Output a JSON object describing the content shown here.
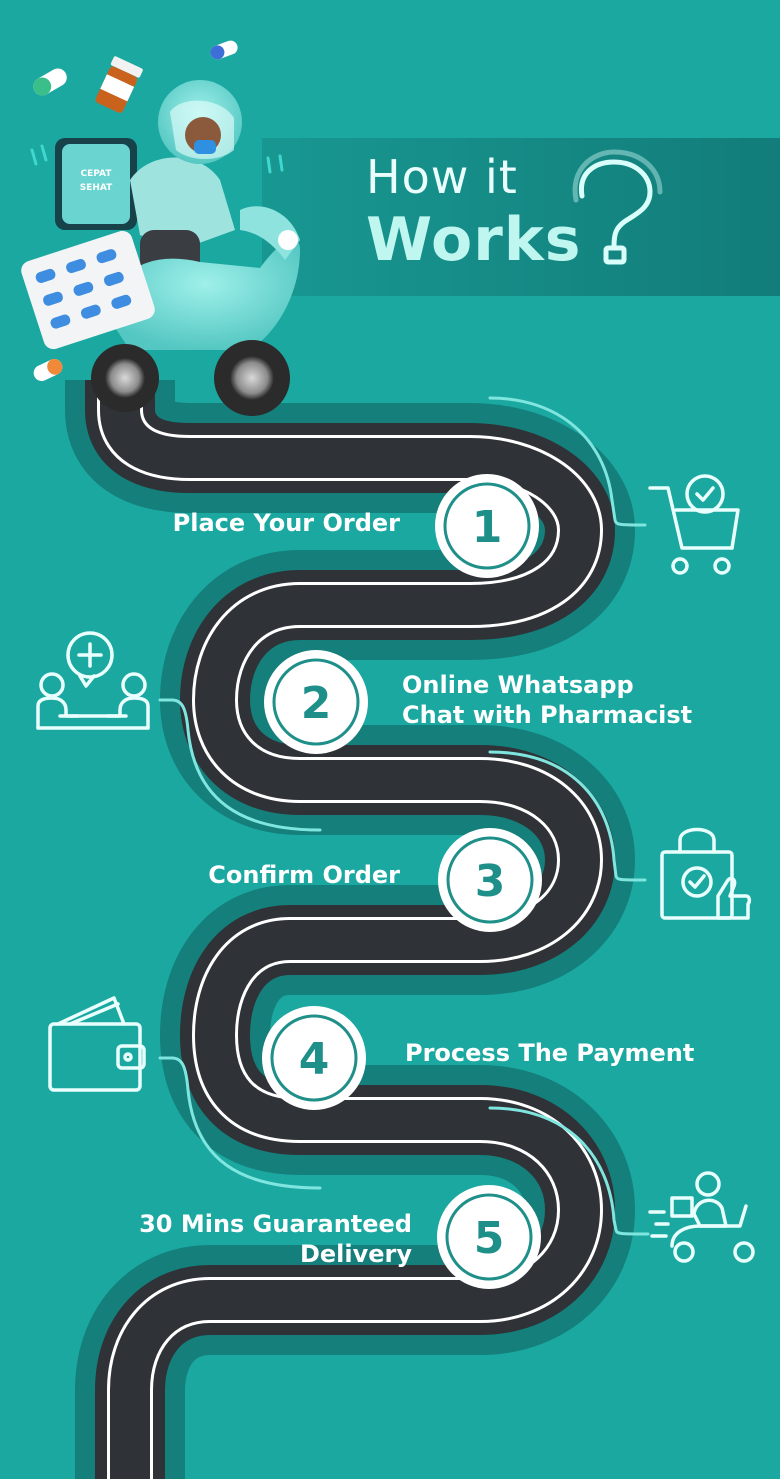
{
  "title": {
    "line1": "How it",
    "line2": "Works"
  },
  "brand": {
    "text1": "CEPAT",
    "text2": "SEHAT"
  },
  "steps": [
    {
      "number": "1",
      "lines": [
        "Place Your Order"
      ],
      "icon": "cart-check-icon"
    },
    {
      "number": "2",
      "lines": [
        "Online Whatsapp",
        "Chat with Pharmacist"
      ],
      "icon": "consultation-icon"
    },
    {
      "number": "3",
      "lines": [
        "Confirm Order"
      ],
      "icon": "shopping-bag-thumbs-up-icon"
    },
    {
      "number": "4",
      "lines": [
        "Process The Payment"
      ],
      "icon": "wallet-icon"
    },
    {
      "number": "5",
      "lines": [
        "30 Mins Guaranteed",
        "Delivery"
      ],
      "icon": "delivery-scooter-icon"
    }
  ],
  "colors": {
    "background": "#1ba8a1",
    "road": "#2f3237",
    "road_edge": "#ffffff",
    "road_shadow": "#137f7b",
    "accent_light": "#bff6f0",
    "icon_stroke": "#e9fffd"
  }
}
